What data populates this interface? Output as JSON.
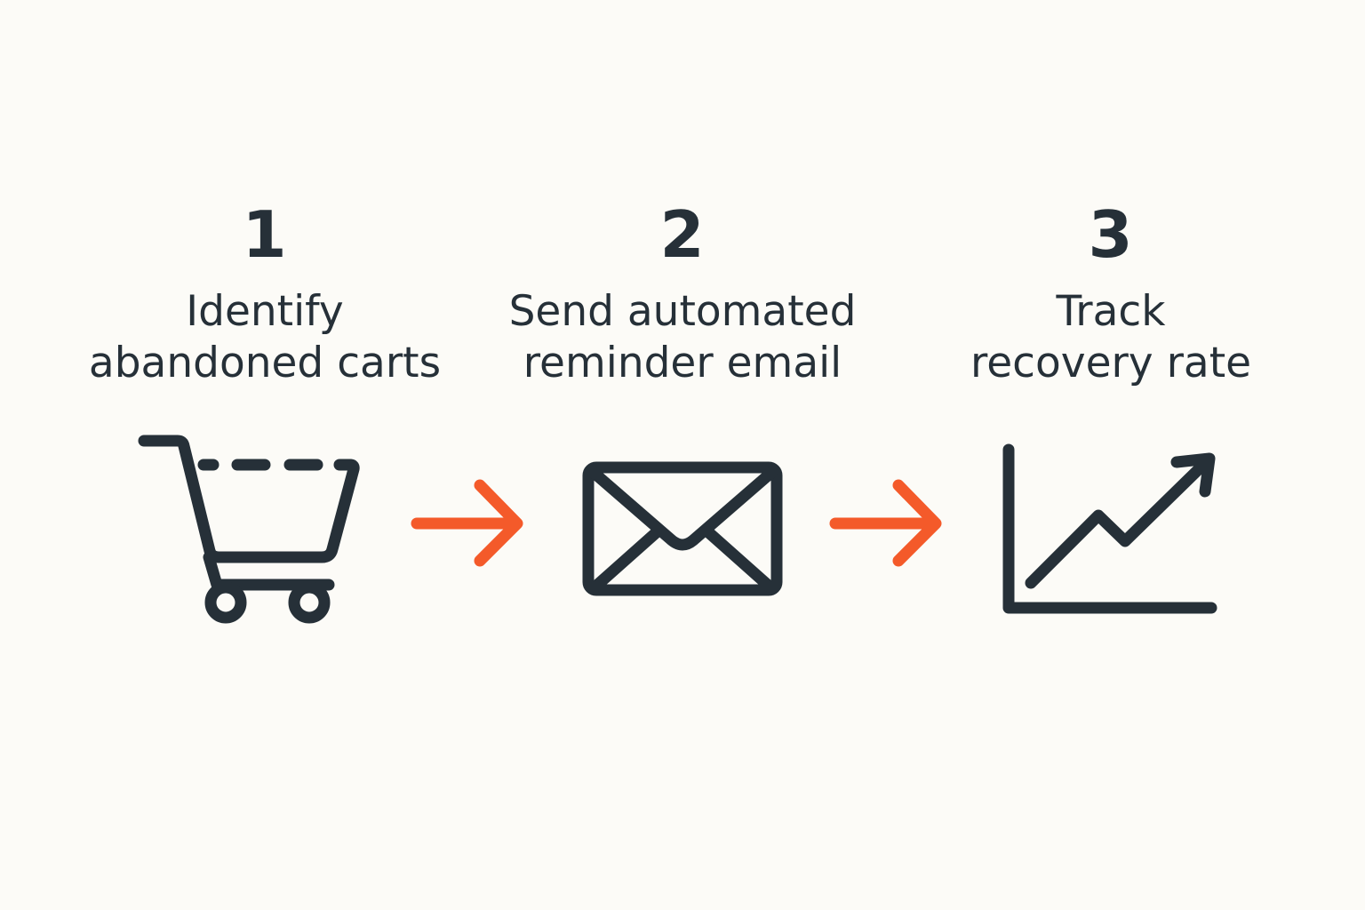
{
  "colors": {
    "background": "#fcfbf7",
    "ink": "#263038",
    "accent": "#f45a2a"
  },
  "steps": [
    {
      "number": "1",
      "label_lines": [
        "Identify",
        "abandoned carts"
      ],
      "icon": "shopping-cart-icon"
    },
    {
      "number": "2",
      "label_lines": [
        "Send automated",
        "reminder email"
      ],
      "icon": "envelope-icon"
    },
    {
      "number": "3",
      "label_lines": [
        "Track",
        "recovery rate"
      ],
      "icon": "trend-up-chart-icon"
    }
  ],
  "connectors": [
    "arrow-right-icon",
    "arrow-right-icon"
  ]
}
